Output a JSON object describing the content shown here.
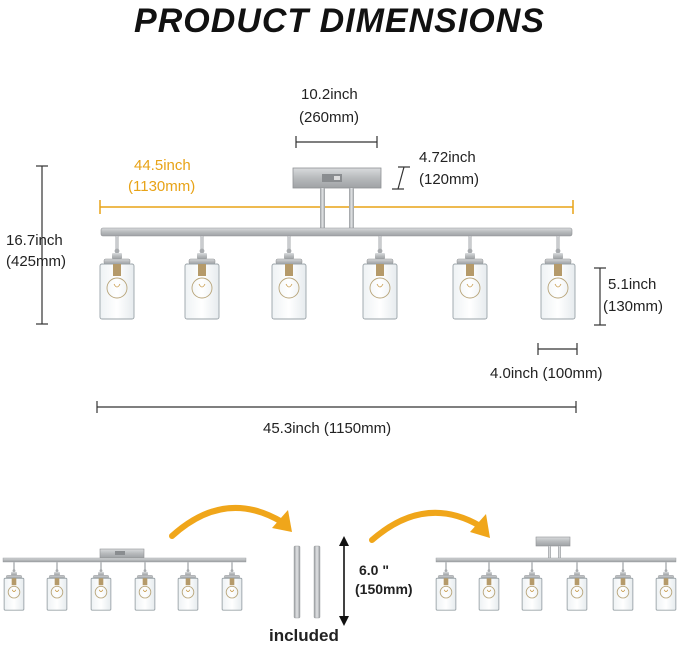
{
  "title": "PRODUCT DIMENSIONS",
  "dimensions": {
    "canopy_width_in": "10.2inch",
    "canopy_width_mm": "(260mm)",
    "canopy_height_in": "4.72inch",
    "canopy_height_mm": "(120mm)",
    "bar_length_in": "44.5inch",
    "bar_length_mm": "(1130mm)",
    "total_height_in": "16.7inch",
    "total_height_mm": "(425mm)",
    "shade_height_in": "5.1inch",
    "shade_height_mm": "(130mm)",
    "shade_width": "4.0inch (100mm)",
    "total_length": "45.3inch (1150mm)"
  },
  "extension": {
    "rod_length_in": "6.0 \"",
    "rod_length_mm": "(150mm)",
    "included_label": "included"
  },
  "colors": {
    "accent": "#e8a317",
    "line": "#333333",
    "metal": "#b9bcbe"
  }
}
